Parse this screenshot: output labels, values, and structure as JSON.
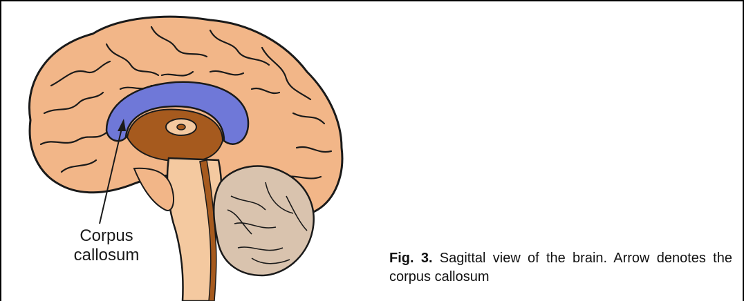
{
  "illustration": {
    "label_line1": "Corpus",
    "label_line2": "callosum",
    "colors": {
      "cortex": "#f2b688",
      "cortex_outline": "#1a1a1a",
      "corpus_callosum": "#6f78d8",
      "brainstem": "#a65a1e",
      "brainstem_light": "#f4c9a0",
      "cerebellum": "#d9c3ae"
    }
  },
  "caption": {
    "figure_number": "Fig. 3.",
    "text": " Sagittal view of the brain. Arrow denotes the corpus callosum"
  }
}
